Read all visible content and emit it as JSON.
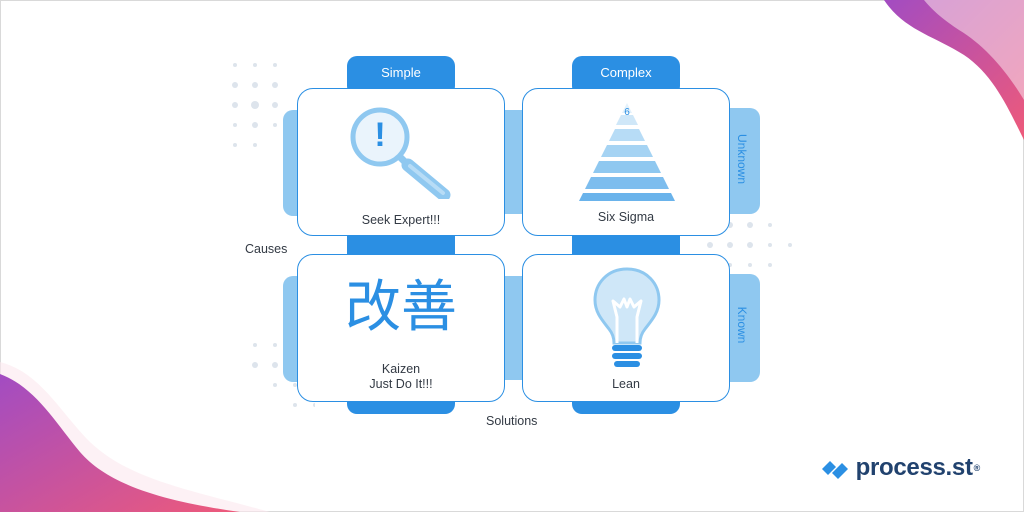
{
  "diagram": {
    "columns": [
      "Simple",
      "Complex"
    ],
    "rows": [
      "Unknown",
      "Known"
    ],
    "axes": {
      "vertical": "Causes",
      "horizontal": "Solutions"
    },
    "quadrants": {
      "simple_unknown": {
        "label": "Seek Expert!!!",
        "icon": "magnifier-exclamation-icon",
        "glyph": "!"
      },
      "complex_unknown": {
        "label": "Six Sigma",
        "icon": "pyramid-icon",
        "pyramid_number": "6"
      },
      "simple_known": {
        "line1": "Kaizen",
        "line2": "Just Do It!!!",
        "kanji": "改善"
      },
      "complex_known": {
        "label": "Lean",
        "icon": "lightbulb-icon"
      }
    }
  },
  "brand": {
    "name": "process.st",
    "registered": "®"
  },
  "colors": {
    "primary": "#2b8fe3",
    "light": "#8fc8f0",
    "text": "#333a44",
    "brand_dark": "#21426e",
    "gradient_start": "#ee5a7a",
    "gradient_end": "#a24cc2"
  }
}
